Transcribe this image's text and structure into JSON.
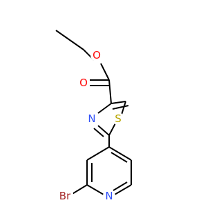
{
  "atoms": {
    "O_ester": {
      "label": "O",
      "color": "#ff0d0d"
    },
    "O_carbonyl": {
      "label": "O",
      "color": "#ff0d0d"
    },
    "S": {
      "label": "S",
      "color": "#b8a600"
    },
    "N_thiazole": {
      "label": "N",
      "color": "#3050f8"
    },
    "N_pyridine": {
      "label": "N",
      "color": "#3050f8"
    },
    "Br": {
      "label": "Br",
      "color": "#a62929"
    }
  },
  "bond_color": "#000000"
}
